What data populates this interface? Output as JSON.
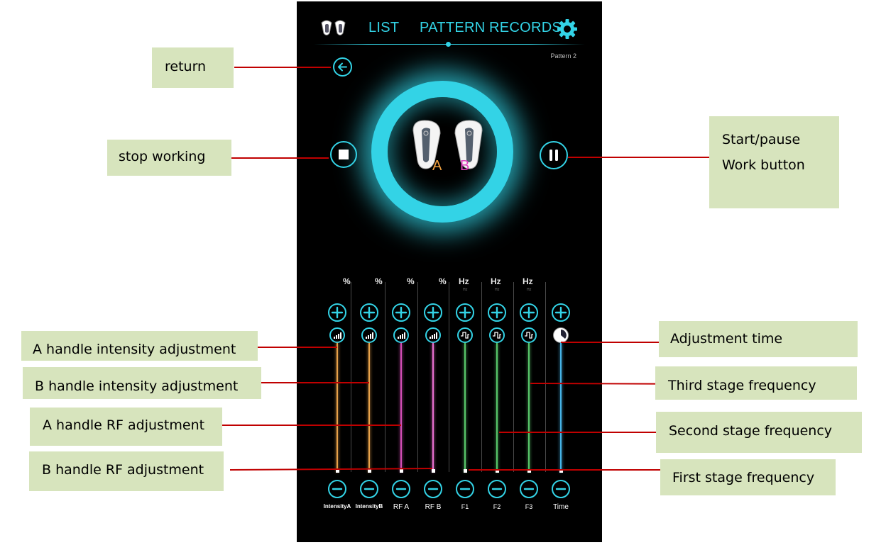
{
  "nav": {
    "tabs": [
      "LIST",
      "PATTERN",
      "RECORDS"
    ]
  },
  "header": {
    "pattern_name": "Pattern 2"
  },
  "device": {
    "label_a": "A",
    "label_b": "B"
  },
  "sliders": [
    {
      "unit": "%",
      "label": "IntensityA",
      "color": "#e8a24a"
    },
    {
      "unit": "%",
      "label": "IntensityB",
      "color": "#e8a24a"
    },
    {
      "unit": "%",
      "label": "RF A",
      "color": "#d64fb8"
    },
    {
      "unit": "%",
      "label": "RF B",
      "color": "#e86fd0"
    },
    {
      "unit": "Hz",
      "sub": "Hz",
      "label": "F1",
      "color": "#58c76a"
    },
    {
      "unit": "Hz",
      "sub": "Hz",
      "label": "F2",
      "color": "#58c76a"
    },
    {
      "unit": "Hz",
      "sub": "Hz",
      "label": "F3",
      "color": "#58c76a"
    },
    {
      "unit": "",
      "label": "Time",
      "color": "#46b4e8"
    }
  ],
  "callouts": {
    "return": "return",
    "stop": "stop working",
    "start_pause_line1": "Start/pause",
    "start_pause_line2": "Work button",
    "a_intensity": "A handle intensity adjustment",
    "b_intensity": "B handle intensity adjustment",
    "a_rf": "A handle RF adjustment",
    "b_rf": "B handle RF adjustment",
    "adjust_time": "Adjustment time",
    "third_freq": "Third stage frequency",
    "second_freq": "Second stage frequency",
    "first_freq": "First stage frequency"
  },
  "colors": {
    "accent": "#33d3e6",
    "label_a": "#f0a040",
    "label_b": "#e040c0",
    "callout_bg": "#d7e4bd",
    "leader": "#c00000"
  }
}
